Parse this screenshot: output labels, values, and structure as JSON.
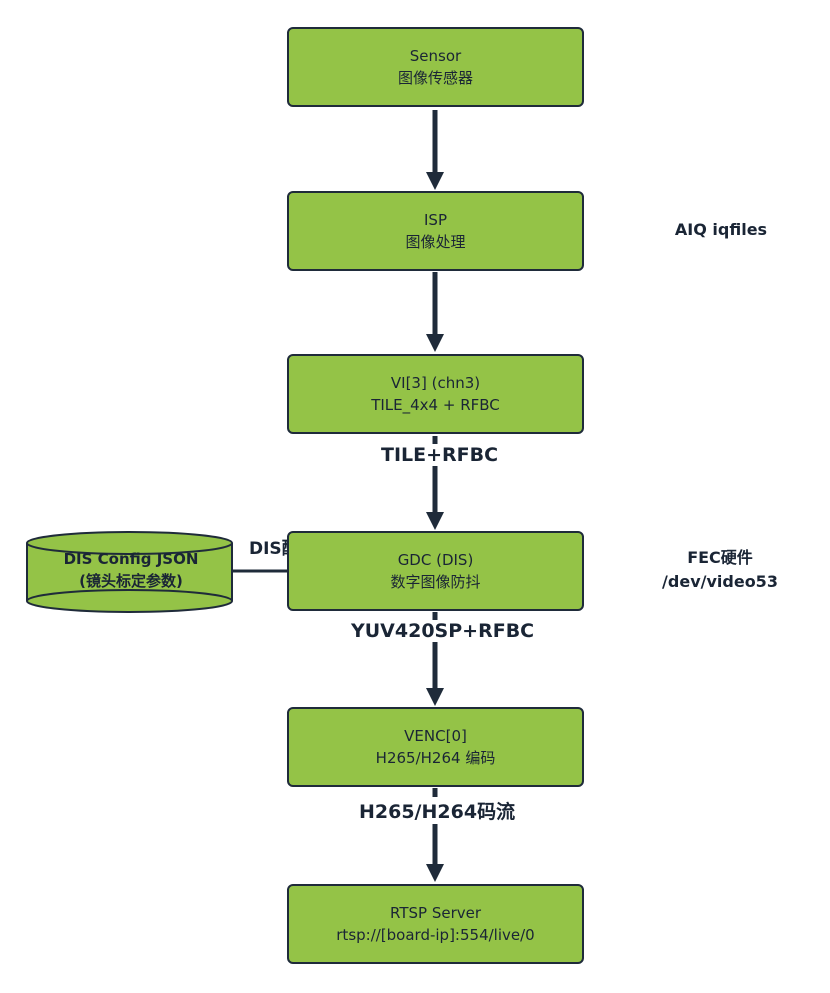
{
  "nodes": {
    "sensor": {
      "title": "Sensor",
      "subtitle": "图像传感器"
    },
    "isp": {
      "title": "ISP",
      "subtitle": "图像处理"
    },
    "vi": {
      "title": "VI[3] (chn3)",
      "subtitle": "TILE_4x4 + RFBC"
    },
    "gdc": {
      "title": "GDC (DIS)",
      "subtitle": "数字图像防抖"
    },
    "venc": {
      "title": "VENC[0]",
      "subtitle": "H265/H264 编码"
    },
    "rtsp": {
      "title": "RTSP Server",
      "subtitle": "rtsp://[board-ip]:554/live/0"
    }
  },
  "edge_labels": {
    "vi_to_gdc": "TILE+RFBC",
    "gdc_to_venc": "YUV420SP+RFBC",
    "venc_to_rtsp": "H265/H264码流",
    "config_to_gdc": "DIS配置"
  },
  "side_notes": {
    "isp": "AIQ iqfiles",
    "gdc_line1": "FEC硬件",
    "gdc_line2": "/dev/video53"
  },
  "config_store": {
    "title": "DIS Config JSON",
    "subtitle": "(镜头标定参数)"
  },
  "colors": {
    "node_fill": "#94c347",
    "stroke": "#1f2b3a",
    "background": "#ffffff"
  }
}
